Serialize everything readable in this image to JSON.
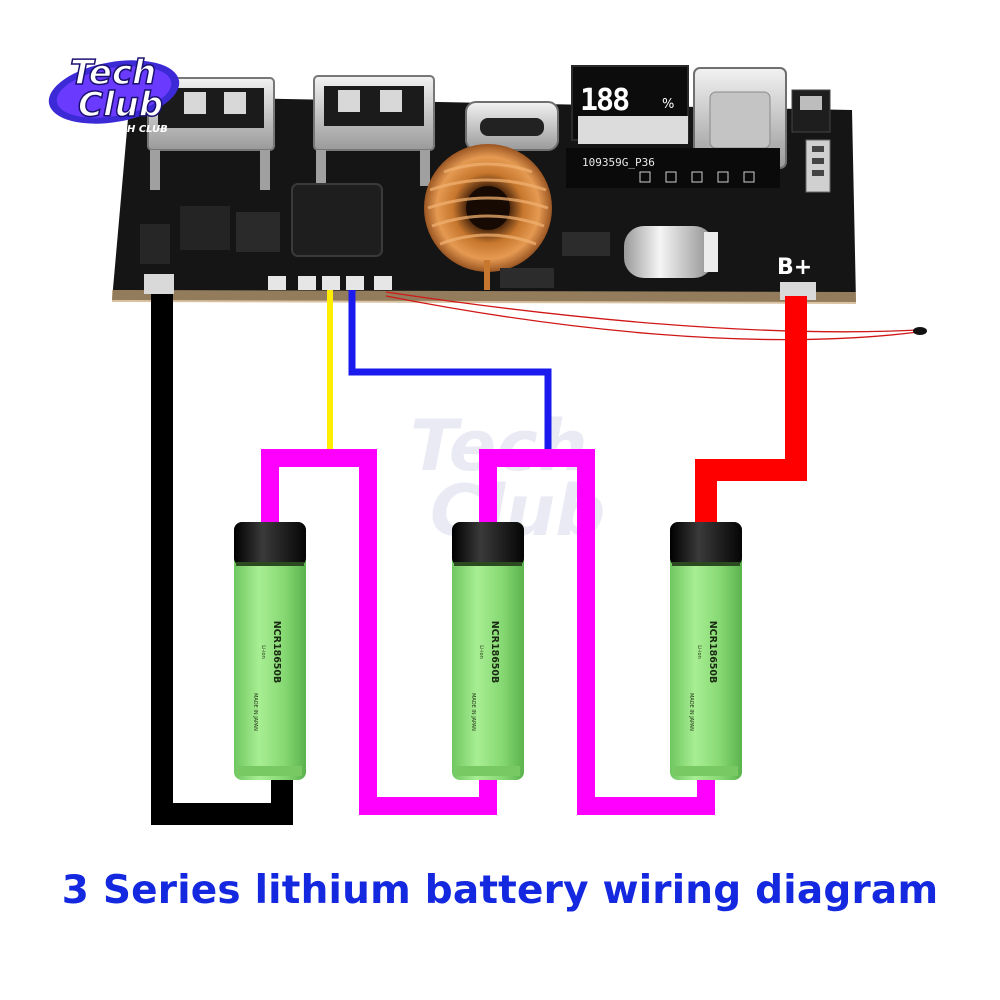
{
  "title": "3 Series lithium battery wiring diagram",
  "logo": {
    "line1": "Tech",
    "line2": "Club",
    "subtitle": "TECH CLUB"
  },
  "board": {
    "model_code": "109359G_P36",
    "display_digits": "188",
    "display_unit": "%",
    "terminal_label": "B+"
  },
  "batteries": [
    {
      "model": "NCR18650B",
      "sub": "Li-ion",
      "origin": "MADE IN JAPAN"
    },
    {
      "model": "NCR18650B",
      "sub": "Li-ion",
      "origin": "MADE IN JAPAN"
    },
    {
      "model": "NCR18650B",
      "sub": "Li-ion",
      "origin": "MADE IN JAPAN"
    }
  ],
  "wire_colors": {
    "negative": "#000000",
    "positive": "#ff0000",
    "series_link": "#ff00ff",
    "balance_1": "#ffee00",
    "balance_2": "#1a1aee",
    "thermistor": "#d01818"
  },
  "colors": {
    "title": "#1428e0",
    "pcb": "#141414",
    "cell_body": "#8ee07a",
    "cell_cap": "#111111"
  }
}
